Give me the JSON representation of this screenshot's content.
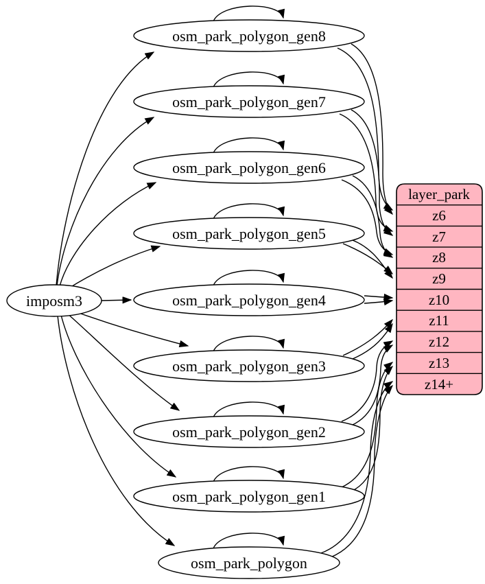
{
  "diagram": {
    "type": "etl-graph",
    "source": {
      "label": "imposm3"
    },
    "tables": [
      {
        "label": "osm_park_polygon_gen8"
      },
      {
        "label": "osm_park_polygon_gen7"
      },
      {
        "label": "osm_park_polygon_gen6"
      },
      {
        "label": "osm_park_polygon_gen5"
      },
      {
        "label": "osm_park_polygon_gen4"
      },
      {
        "label": "osm_park_polygon_gen3"
      },
      {
        "label": "osm_park_polygon_gen2"
      },
      {
        "label": "osm_park_polygon_gen1"
      },
      {
        "label": "osm_park_polygon"
      }
    ],
    "layer_table": {
      "title": "layer_park",
      "rows": [
        {
          "label": "z6"
        },
        {
          "label": "z7"
        },
        {
          "label": "z8"
        },
        {
          "label": "z9"
        },
        {
          "label": "z10"
        },
        {
          "label": "z11"
        },
        {
          "label": "z12"
        },
        {
          "label": "z13"
        },
        {
          "label": "z14+"
        }
      ]
    },
    "colors": {
      "layer_fill": "#ffb6c1",
      "node_fill": "#ffffff",
      "edge": "#000000",
      "background": "#ffffff"
    },
    "edges": {
      "from_source": [
        "osm_park_polygon_gen8",
        "osm_park_polygon_gen7",
        "osm_park_polygon_gen6",
        "osm_park_polygon_gen5",
        "osm_park_polygon_gen4",
        "osm_park_polygon_gen3",
        "osm_park_polygon_gen2",
        "osm_park_polygon_gen1",
        "osm_park_polygon"
      ],
      "self_loops": [
        "osm_park_polygon_gen8",
        "osm_park_polygon_gen7",
        "osm_park_polygon_gen6",
        "osm_park_polygon_gen5",
        "osm_park_polygon_gen4",
        "osm_park_polygon_gen3",
        "osm_park_polygon_gen2",
        "osm_park_polygon_gen1",
        "osm_park_polygon"
      ],
      "mappings": [
        {
          "from": "osm_park_polygon_gen8",
          "to": "z6"
        },
        {
          "from": "osm_park_polygon_gen7",
          "to": "z7"
        },
        {
          "from": "osm_park_polygon_gen6",
          "to": "z8"
        },
        {
          "from": "osm_park_polygon_gen5",
          "to": "z9"
        },
        {
          "from": "osm_park_polygon_gen4",
          "to": "z10"
        },
        {
          "from": "osm_park_polygon_gen3",
          "to": "z11"
        },
        {
          "from": "osm_park_polygon_gen2",
          "to": "z12"
        },
        {
          "from": "osm_park_polygon_gen1",
          "to": "z13"
        },
        {
          "from": "osm_park_polygon",
          "to": "z14+"
        }
      ]
    }
  }
}
